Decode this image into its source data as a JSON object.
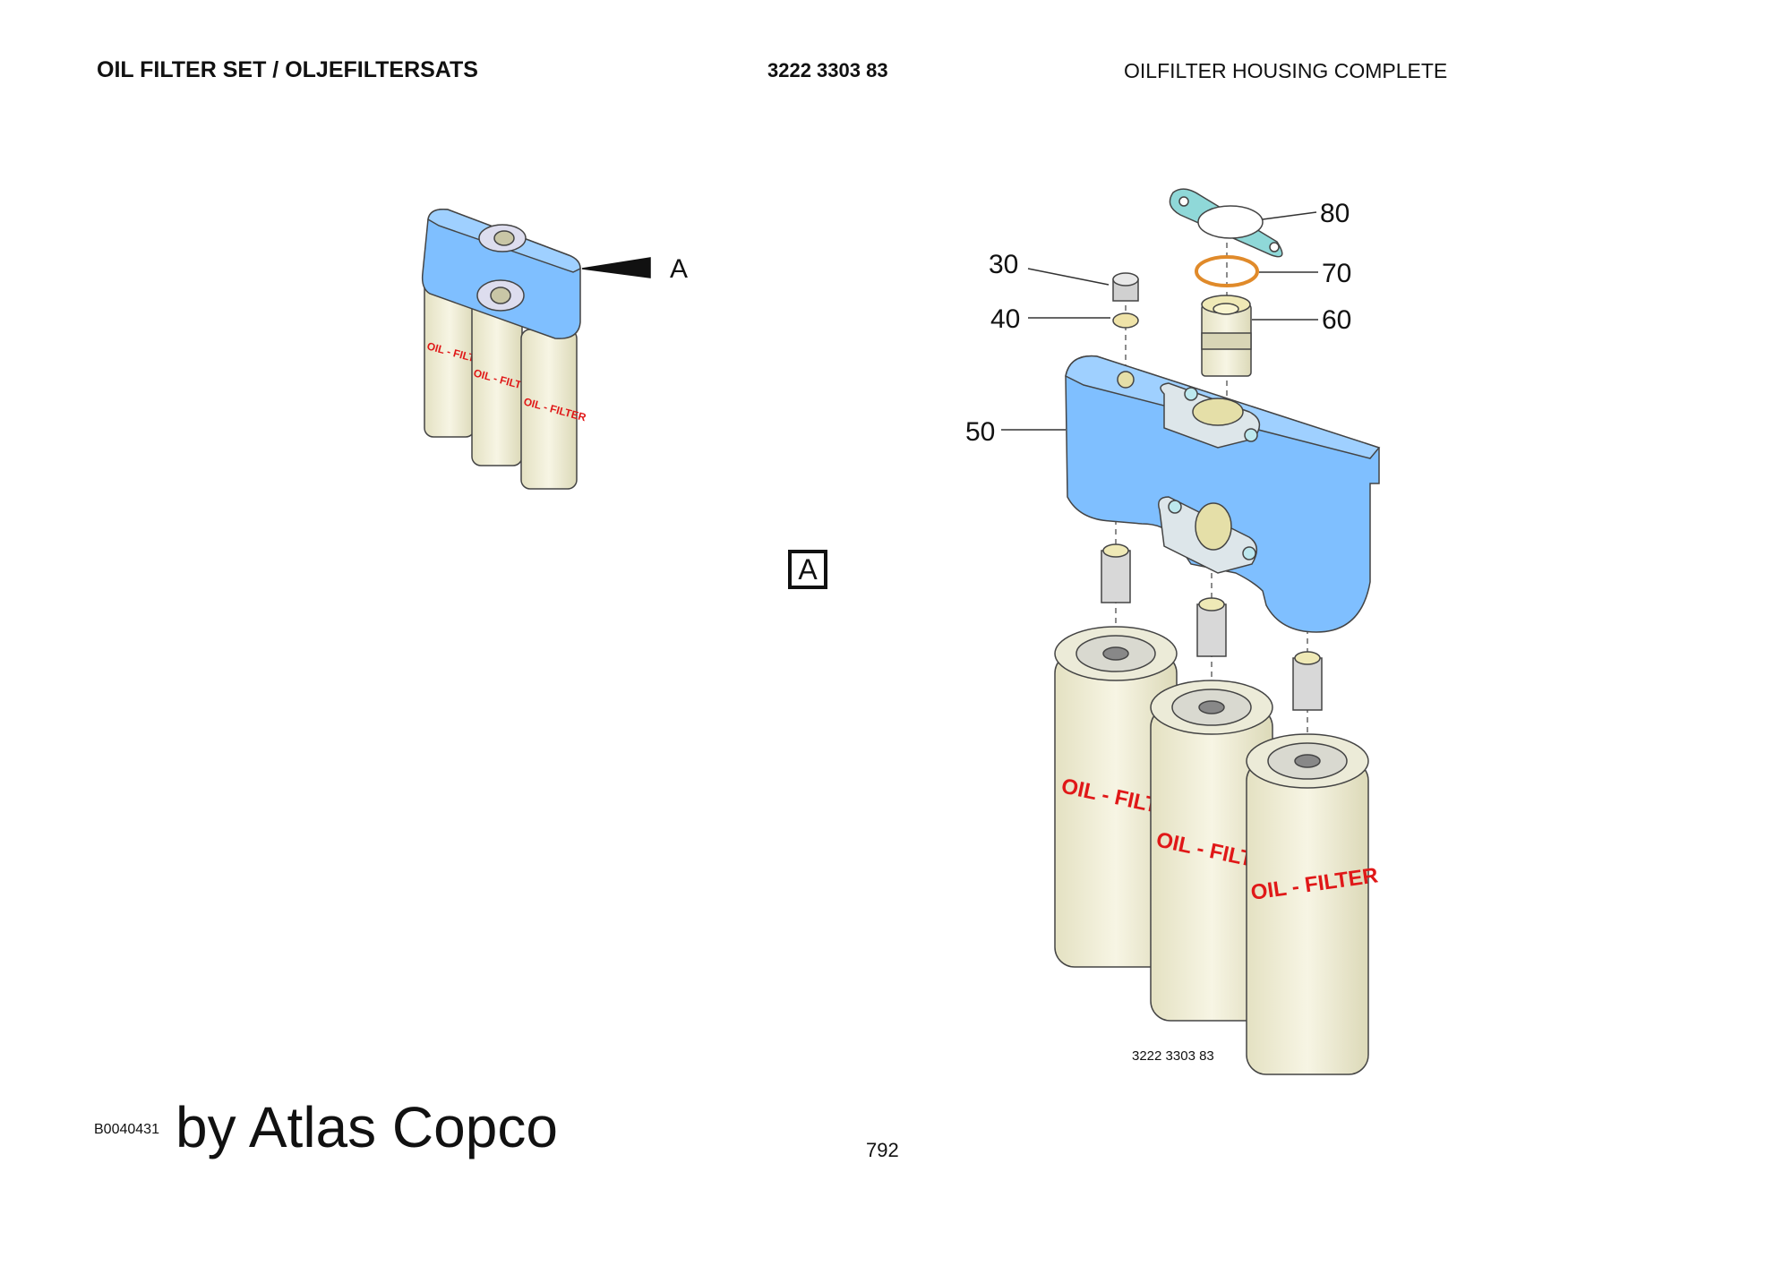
{
  "header": {
    "title": "OIL FILTER SET / OLJEFILTERSATS",
    "part_number": "3222 3303 83",
    "description": "OILFILTER HOUSING COMPLETE"
  },
  "overview": {
    "view_label": "A",
    "filter_label": "OIL - FILTER"
  },
  "view_marker": "A",
  "callouts": {
    "c30": "30",
    "c40": "40",
    "c50": "50",
    "c60": "60",
    "c70": "70",
    "c80": "80"
  },
  "drawing_part_number": "3222 3303 83",
  "drawing_code": "B0040431",
  "brand": "by Atlas Copco",
  "page_number": "792",
  "colors": {
    "housing": "#7fbfff",
    "filter_body": "#f0eed6",
    "gasket": "#8fd8d8",
    "oring": "#e08a2a",
    "filter_text": "#e01818"
  }
}
